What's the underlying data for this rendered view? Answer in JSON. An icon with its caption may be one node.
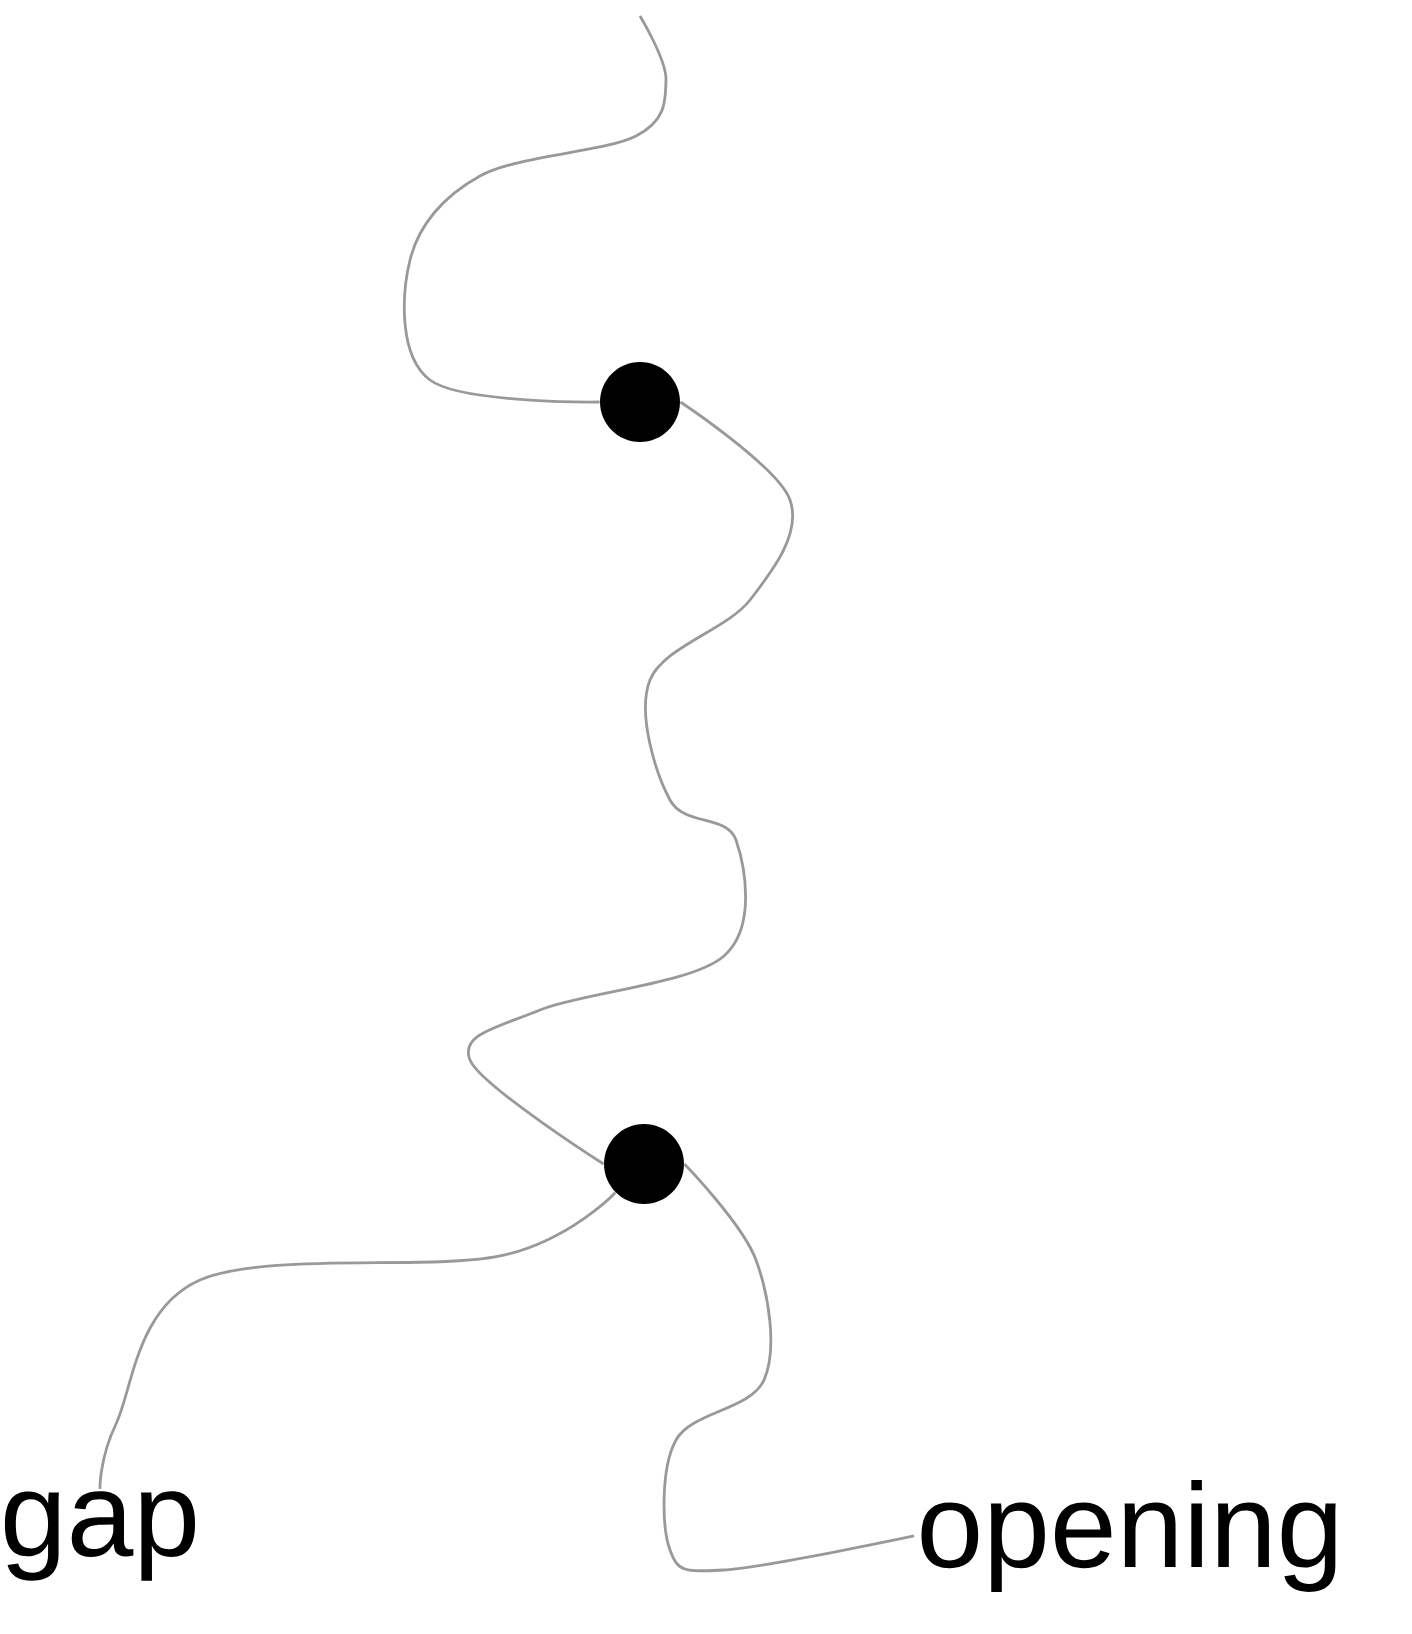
{
  "diagram": {
    "nodes": [
      {
        "text": [],
        "shape": "circle"
      },
      {
        "text": [],
        "shape": "circle"
      },
      {
        "text": [
          "gap"
        ]
      },
      {
        "text": [
          "opening"
        ]
      }
    ],
    "edges": [
      {
        "from": null,
        "to": 0,
        "arrow": "none"
      },
      {
        "from": 0,
        "to": 1,
        "arrow": "none"
      },
      {
        "from": 1,
        "to": 2,
        "arrow": "none"
      },
      {
        "from": 1,
        "to": 3,
        "arrow": "none"
      }
    ]
  }
}
